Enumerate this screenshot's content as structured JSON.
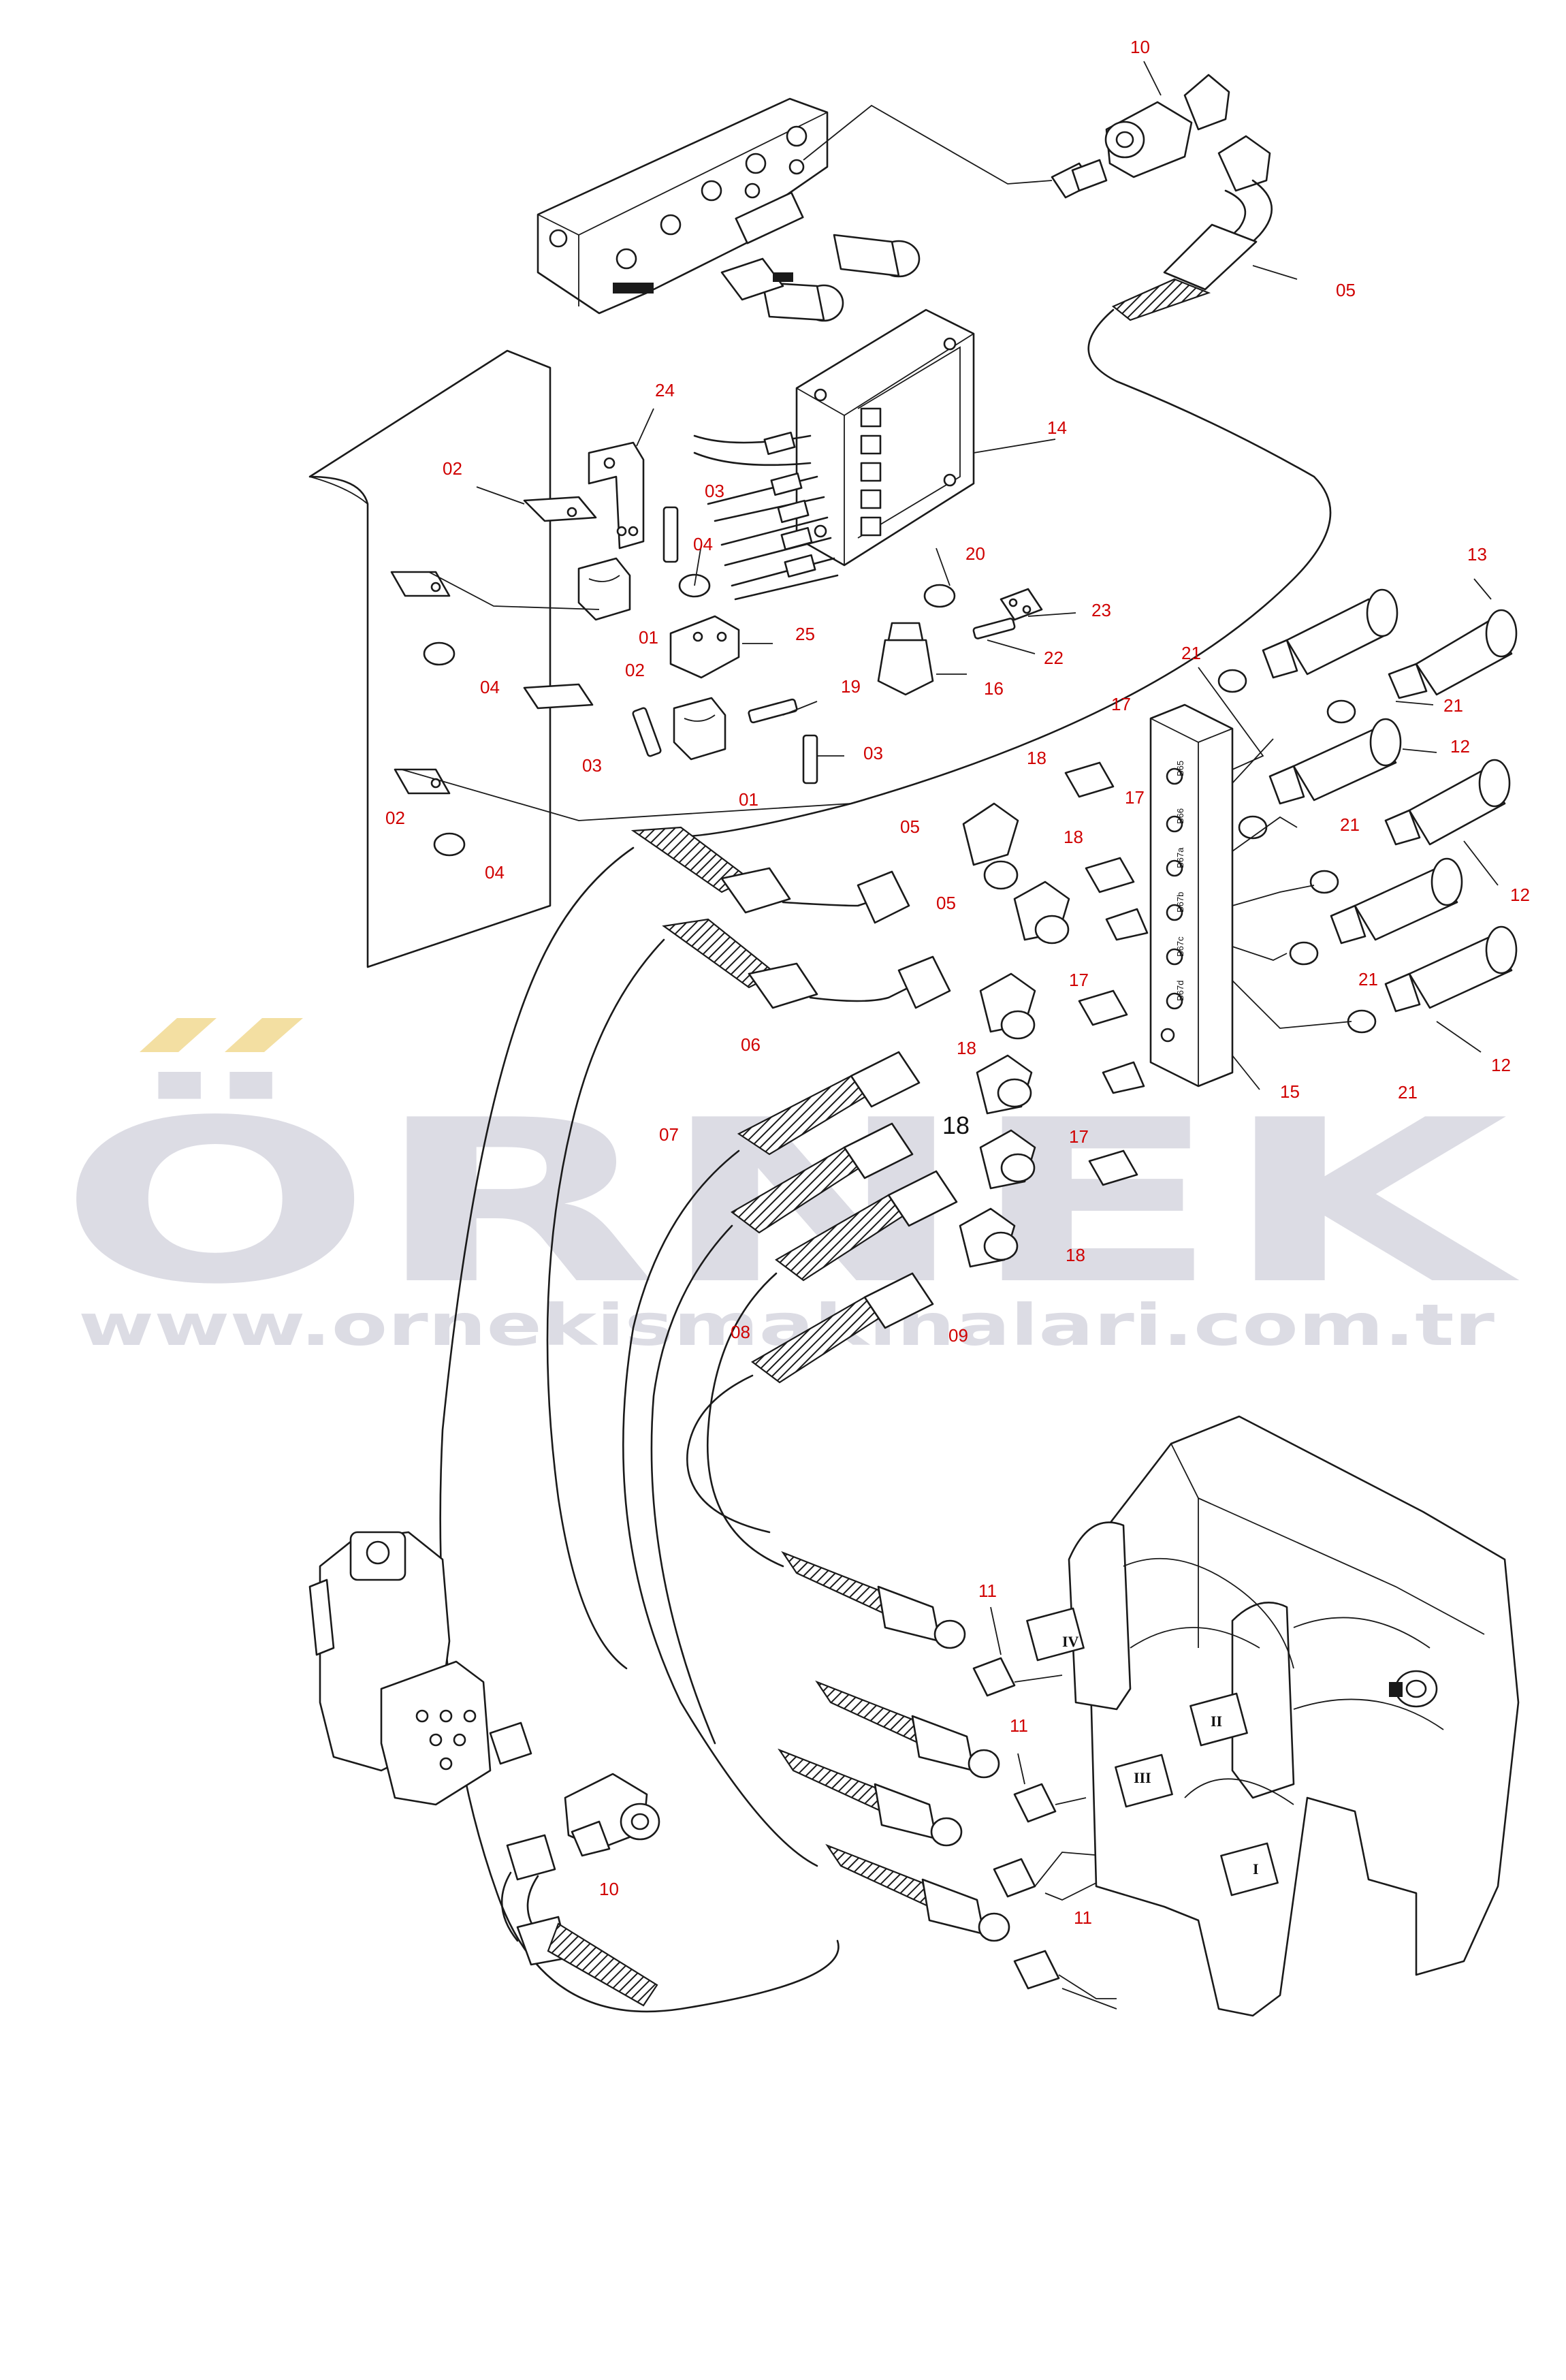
{
  "watermark": {
    "brand": "ÖRNEK",
    "url": "www.ornekismakinalari.com.tr",
    "accent_color": "#f3dfa2",
    "text_color": "#dcdce4"
  },
  "callout_color": "#d00000",
  "callouts": [
    {
      "id": "c10-top",
      "label": "10"
    },
    {
      "id": "c05-top",
      "label": "05"
    },
    {
      "id": "c14",
      "label": "14"
    },
    {
      "id": "c24",
      "label": "24"
    },
    {
      "id": "c02-a",
      "label": "02"
    },
    {
      "id": "c03-a",
      "label": "03"
    },
    {
      "id": "c04-a",
      "label": "04"
    },
    {
      "id": "c01-a",
      "label": "01"
    },
    {
      "id": "c04-b",
      "label": "04"
    },
    {
      "id": "c02-b",
      "label": "02"
    },
    {
      "id": "c20",
      "label": "20"
    },
    {
      "id": "c25",
      "label": "25"
    },
    {
      "id": "c23",
      "label": "23"
    },
    {
      "id": "c22",
      "label": "22"
    },
    {
      "id": "c13",
      "label": "13"
    },
    {
      "id": "c21-a",
      "label": "21"
    },
    {
      "id": "c21-b",
      "label": "21"
    },
    {
      "id": "c19",
      "label": "19"
    },
    {
      "id": "c16",
      "label": "16"
    },
    {
      "id": "c17-a",
      "label": "17"
    },
    {
      "id": "c12-a",
      "label": "12"
    },
    {
      "id": "c03-b",
      "label": "03"
    },
    {
      "id": "c03-c",
      "label": "03"
    },
    {
      "id": "c01-b",
      "label": "01"
    },
    {
      "id": "c18-a",
      "label": "18"
    },
    {
      "id": "c17-b",
      "label": "17"
    },
    {
      "id": "c21-c",
      "label": "21"
    },
    {
      "id": "c02-c",
      "label": "02"
    },
    {
      "id": "c04-c",
      "label": "04"
    },
    {
      "id": "c05-a",
      "label": "05"
    },
    {
      "id": "c18-b",
      "label": "18"
    },
    {
      "id": "c05-b",
      "label": "05"
    },
    {
      "id": "c12-b",
      "label": "12"
    },
    {
      "id": "c21-d",
      "label": "21"
    },
    {
      "id": "c17-c",
      "label": "17"
    },
    {
      "id": "c06",
      "label": "06"
    },
    {
      "id": "c18-c",
      "label": "18"
    },
    {
      "id": "c12-c",
      "label": "12"
    },
    {
      "id": "c15",
      "label": "15"
    },
    {
      "id": "c21-e",
      "label": "21"
    },
    {
      "id": "c07",
      "label": "07"
    },
    {
      "id": "c17-d",
      "label": "17"
    },
    {
      "id": "c18-d",
      "label": "18"
    },
    {
      "id": "c08",
      "label": "08"
    },
    {
      "id": "c09",
      "label": "09"
    },
    {
      "id": "c11-a",
      "label": "11"
    },
    {
      "id": "c11-b",
      "label": "11"
    },
    {
      "id": "c11-c",
      "label": "11"
    },
    {
      "id": "c10-bottom",
      "label": "10"
    }
  ],
  "callout_18_large": "18",
  "port_labels": [
    "B65",
    "B66",
    "B67a",
    "B67b",
    "B67c",
    "B67d"
  ],
  "roman_numerals": [
    "IV",
    "III",
    "II",
    "I"
  ]
}
